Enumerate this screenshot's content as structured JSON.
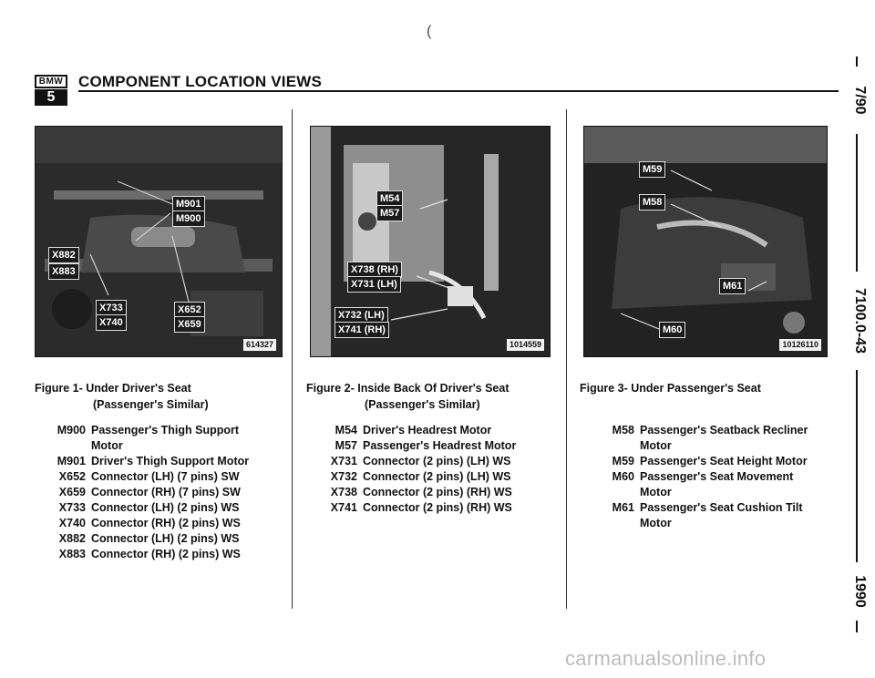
{
  "header": {
    "logo_top": "BMW",
    "logo_bottom": "5",
    "title": "COMPONENT LOCATION VIEWS"
  },
  "side": {
    "date": "7/90",
    "page": "7100.0-43",
    "year": "1990"
  },
  "stray_mark": "(",
  "figures": [
    {
      "caption_line1": "Figure 1-  Under Driver's Seat",
      "caption_line2": "(Passenger's Similar)",
      "photo_id": "614327",
      "callouts": [
        "M901",
        "M900",
        "X882",
        "X883",
        "X733",
        "X740",
        "X652",
        "X659"
      ],
      "items": [
        {
          "code": "M900",
          "desc": "Passenger's Thigh Support Motor"
        },
        {
          "code": "M901",
          "desc": "Driver's Thigh Support Motor"
        },
        {
          "code": "X652",
          "desc": "Connector (LH) (7 pins) SW"
        },
        {
          "code": "X659",
          "desc": "Connector (RH) (7 pins) SW"
        },
        {
          "code": "X733",
          "desc": "Connector (LH) (2 pins) WS"
        },
        {
          "code": "X740",
          "desc": "Connector (RH) (2 pins) WS"
        },
        {
          "code": "X882",
          "desc": "Connector (LH) (2 pins) WS"
        },
        {
          "code": "X883",
          "desc": "Connector (RH) (2 pins) WS"
        }
      ]
    },
    {
      "caption_line1": "Figure 2-  Inside Back Of Driver's Seat",
      "caption_line2": "(Passenger's Similar)",
      "photo_id": "1014559",
      "callouts": [
        "M54",
        "M57",
        "X738 (RH)",
        "X731 (LH)",
        "X732 (LH)",
        "X741 (RH)"
      ],
      "items": [
        {
          "code": "M54",
          "desc": "Driver's Headrest Motor"
        },
        {
          "code": "M57",
          "desc": "Passenger's Headrest Motor"
        },
        {
          "code": "X731",
          "desc": "Connector (2 pins) (LH) WS"
        },
        {
          "code": "X732",
          "desc": "Connector (2 pins) (LH) WS"
        },
        {
          "code": "X738",
          "desc": "Connector (2 pins) (RH) WS"
        },
        {
          "code": "X741",
          "desc": "Connector (2 pins) (RH) WS"
        }
      ]
    },
    {
      "caption_line1": "Figure 3-  Under Passenger's Seat",
      "caption_line2": "",
      "photo_id": "10126110",
      "callouts": [
        "M59",
        "M58",
        "M61",
        "M60"
      ],
      "items": [
        {
          "code": "M58",
          "desc": "Passenger's Seatback Recliner Motor"
        },
        {
          "code": "M59",
          "desc": "Passenger's Seat Height Motor"
        },
        {
          "code": "M60",
          "desc": "Passenger's Seat Movement Motor"
        },
        {
          "code": "M61",
          "desc": "Passenger's Seat Cushion Tilt Motor"
        }
      ]
    }
  ],
  "watermark": "carmanualsonline.info"
}
